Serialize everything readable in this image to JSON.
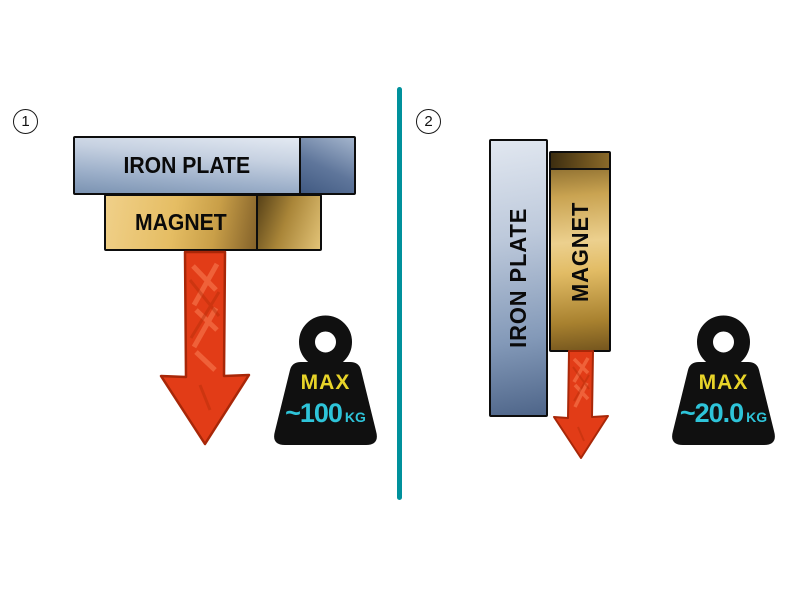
{
  "diagram_title": "magnet-pull-force-comparison",
  "panels": {
    "left": {
      "badge": "1",
      "orientation": "horizontal-flat-pull",
      "iron_plate_label": "IRON PLATE",
      "magnet_label": "MAGNET",
      "weight": {
        "max_label": "MAX",
        "value": "~100",
        "unit": "KG"
      }
    },
    "right": {
      "badge": "2",
      "orientation": "vertical-shear-pull",
      "iron_plate_label": "IRON PLATE",
      "magnet_label": "MAGNET",
      "weight": {
        "max_label": "MAX",
        "value": "~20.0",
        "unit": "KG"
      }
    }
  },
  "icons": {
    "weight": "kettlebell-weight-icon",
    "arrow": "down-arrow-icon"
  },
  "colors": {
    "divider_teal": "#00919c",
    "arrow_red": "#e23c17",
    "iron_plate_blue": "#8ea2c0",
    "magnet_gold": "#dcb05a",
    "weight_black": "#101010",
    "max_yellow": "#e8d429",
    "value_cyan": "#2ec4d9"
  }
}
